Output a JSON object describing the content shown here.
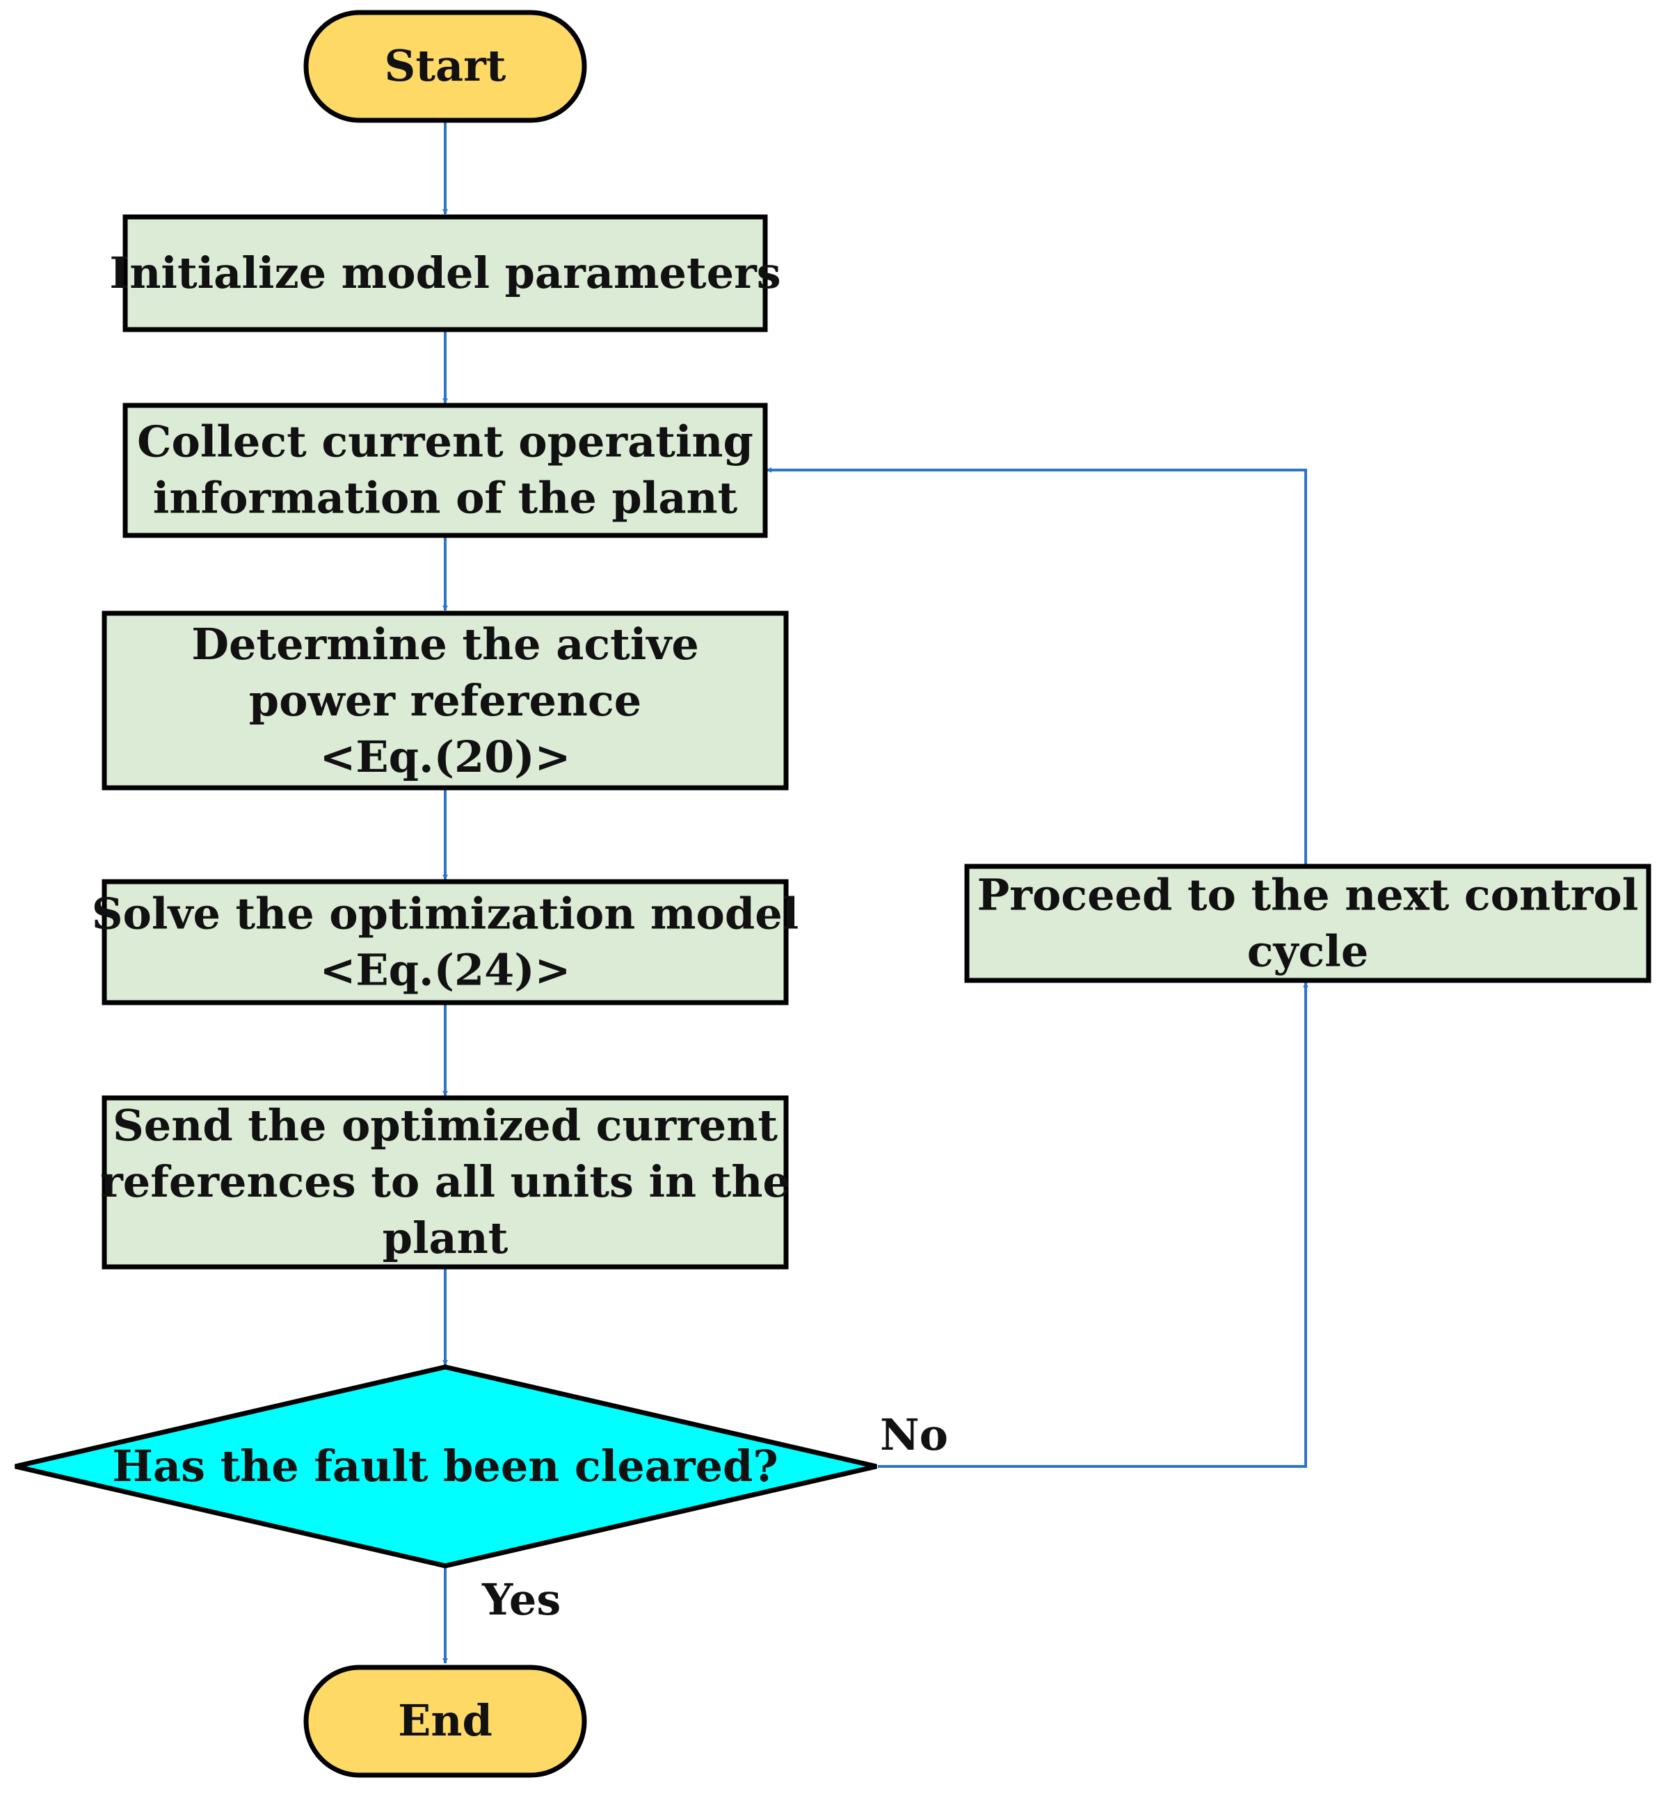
{
  "colors": {
    "terminal_fill": "#FFD966",
    "process_fill": "#DCEBD6",
    "decision_fill": "#00FFFF",
    "outline": "#000000",
    "arrow": "#2E74C8"
  },
  "nodes": {
    "start": {
      "shape": "rounded-terminal",
      "lines": [
        "Start"
      ]
    },
    "init": {
      "shape": "process",
      "lines": [
        "Initialize model parameters"
      ]
    },
    "collect": {
      "shape": "process",
      "lines": [
        "Collect current operating",
        "information of the plant"
      ]
    },
    "determine": {
      "shape": "process",
      "lines": [
        "Determine the active",
        "power reference",
        "<Eq.(20)>"
      ]
    },
    "solve": {
      "shape": "process",
      "lines": [
        "Solve the optimization model",
        "<Eq.(24)>"
      ]
    },
    "send": {
      "shape": "process",
      "lines": [
        "Send the optimized current",
        "references to all units in the",
        "plant"
      ]
    },
    "decision": {
      "shape": "decision",
      "lines": [
        "Has the fault been cleared?"
      ]
    },
    "proceed": {
      "shape": "process",
      "lines": [
        "Proceed to the next control",
        "cycle"
      ]
    },
    "end": {
      "shape": "rounded-terminal",
      "lines": [
        "End"
      ]
    }
  },
  "edges": [
    {
      "from": "start",
      "to": "init",
      "label": ""
    },
    {
      "from": "init",
      "to": "collect",
      "label": ""
    },
    {
      "from": "collect",
      "to": "determine",
      "label": ""
    },
    {
      "from": "determine",
      "to": "solve",
      "label": ""
    },
    {
      "from": "solve",
      "to": "send",
      "label": ""
    },
    {
      "from": "send",
      "to": "decision",
      "label": ""
    },
    {
      "from": "decision",
      "to": "end",
      "label": "Yes"
    },
    {
      "from": "decision",
      "to": "proceed",
      "label": "No"
    },
    {
      "from": "proceed",
      "to": "collect",
      "label": ""
    }
  ]
}
